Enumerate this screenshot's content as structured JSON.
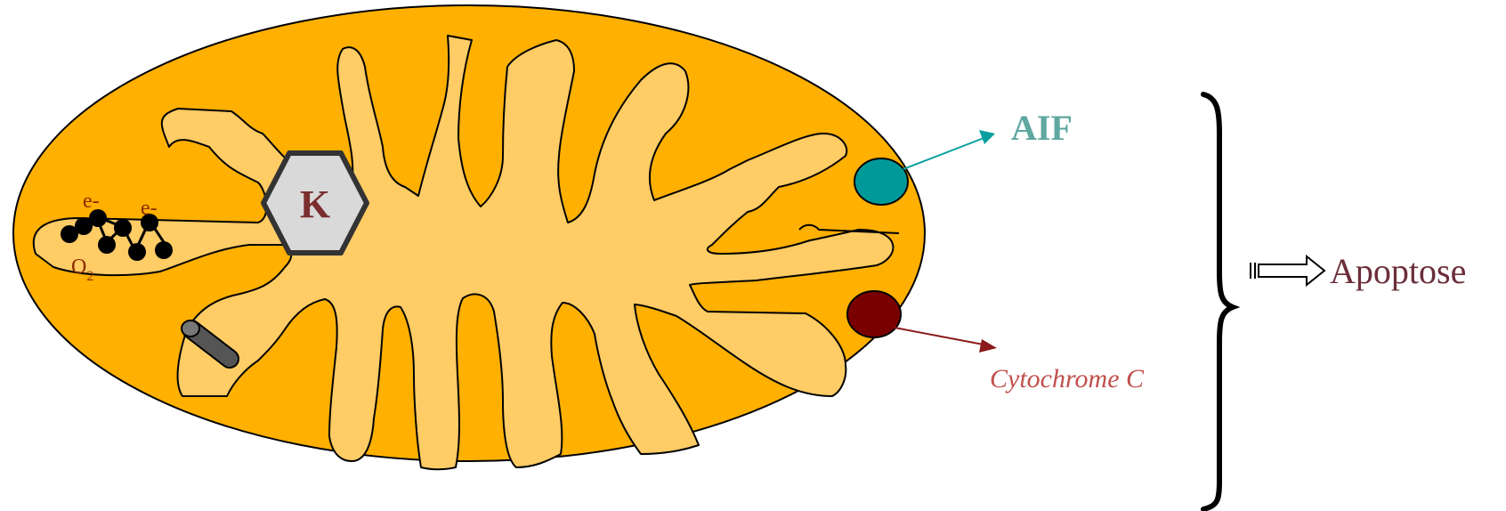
{
  "labels": {
    "aif": "AIF",
    "cytochrome": "Cytochrome C",
    "apoptose": "Apoptose",
    "k": "K",
    "electron": "e-",
    "oxygen": "O",
    "oxygen_sub": "2"
  },
  "colors": {
    "outer_membrane": "#FFB000",
    "matrix": "#FFCC66",
    "aif_dot": "#009999",
    "aif_arrow": "#0A9F9F",
    "aif_text": "#5FA8A0",
    "cytochrome_dot": "#7A0000",
    "cytochrome_arrow": "#8B1A1A",
    "cytochrome_text": "#C0504D",
    "apoptose_text": "#6B2E3A",
    "hexagon_fill": "#D9D9D9",
    "k_text": "#7A2E2E",
    "chain_beads": "#000000",
    "channel": "#555555"
  }
}
